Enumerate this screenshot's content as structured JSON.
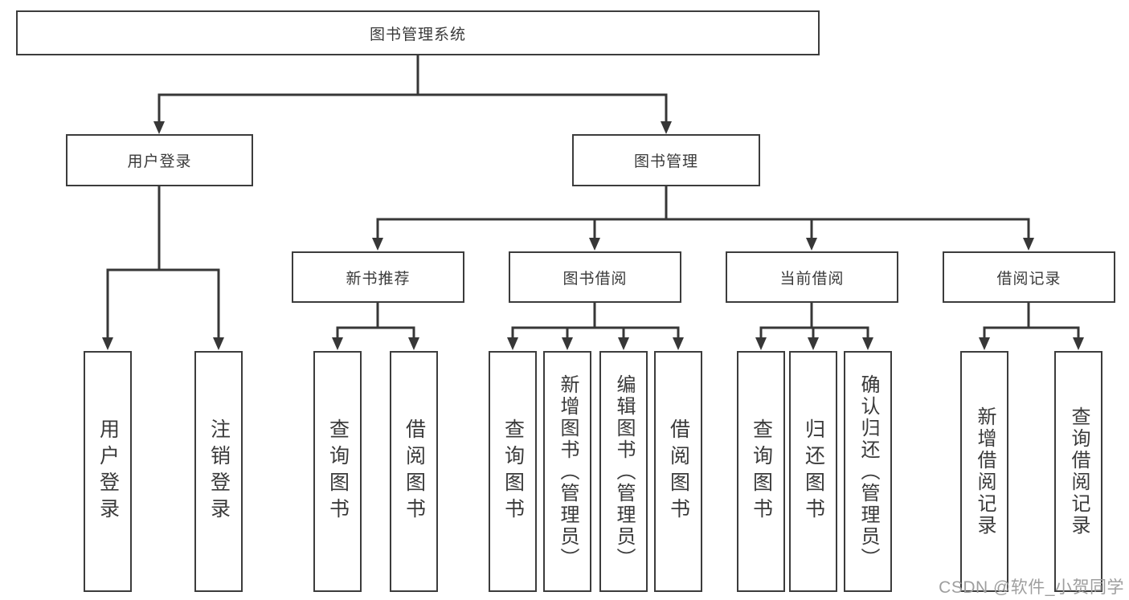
{
  "tree": {
    "label": "图书管理系统",
    "children": [
      {
        "label": "用户登录",
        "children": [
          {
            "label": "用户登录"
          },
          {
            "label": "注销登录"
          }
        ]
      },
      {
        "label": "图书管理",
        "children": [
          {
            "label": "新书推荐",
            "children": [
              {
                "label": "查询图书"
              },
              {
                "label": "借阅图书"
              }
            ]
          },
          {
            "label": "图书借阅",
            "children": [
              {
                "label": "查询图书"
              },
              {
                "label": "新增图书（管理员）"
              },
              {
                "label": "编辑图书（管理员）"
              },
              {
                "label": "借阅图书"
              }
            ]
          },
          {
            "label": "当前借阅",
            "children": [
              {
                "label": "查询图书"
              },
              {
                "label": "归还图书"
              },
              {
                "label": "确认归还（管理员）"
              }
            ]
          },
          {
            "label": "借阅记录",
            "children": [
              {
                "label": "新增借阅记录"
              },
              {
                "label": "查询借阅记录"
              }
            ]
          }
        ]
      }
    ]
  },
  "watermark": {
    "text": "CSDN @软件_小贺同学"
  },
  "colors": {
    "line": "#373737",
    "box_border": "#3c3c3c",
    "box_background": "#ffffff",
    "text": "#3a3a3a",
    "watermark": "#9e9e9e"
  }
}
